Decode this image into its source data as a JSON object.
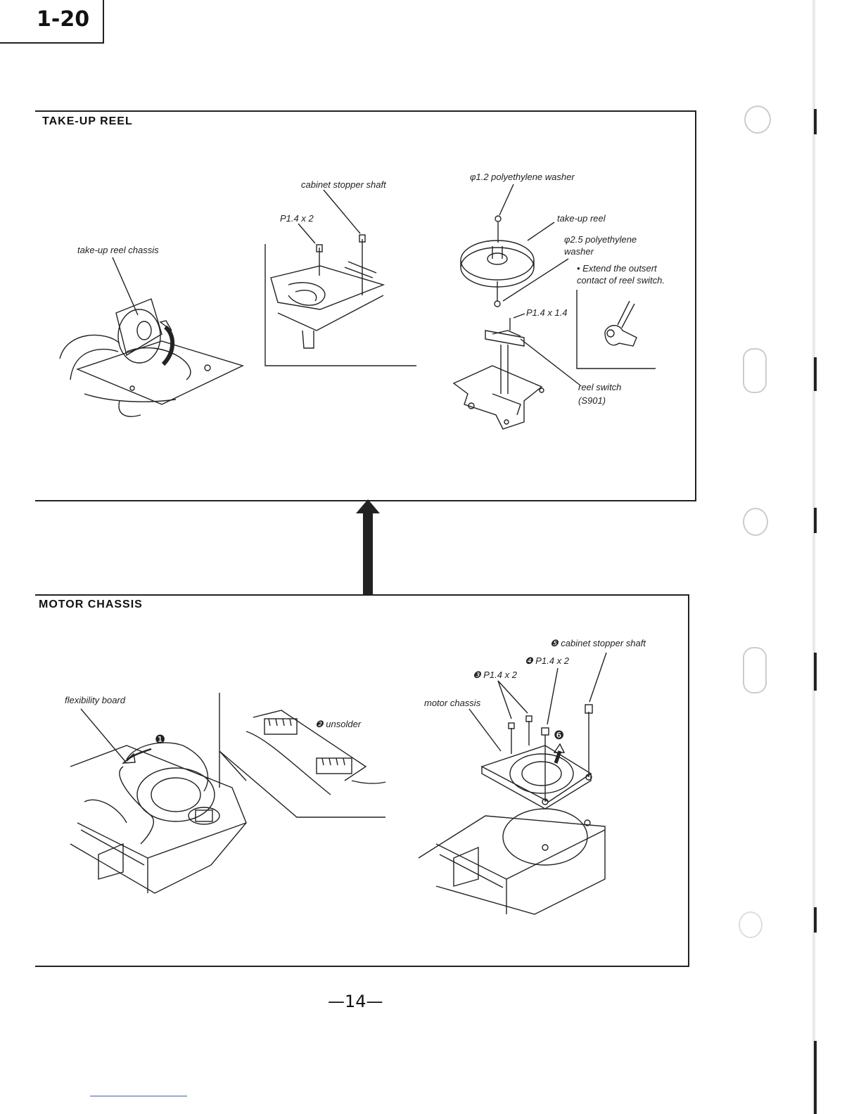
{
  "page_tag": "1-20",
  "sections": {
    "take_up_reel": {
      "title": "TAKE-UP REEL",
      "labels": {
        "reel_chassis": "take-up reel chassis",
        "cabinet_stopper": "cabinet stopper shaft",
        "screw_1": "P1.4 x 2",
        "washer_1": "φ1.2 polyethylene washer",
        "reel": "take-up reel",
        "washer_2_line1": "φ2.5 polyethylene",
        "washer_2_line2": "washer",
        "screw_2": "P1.4 x 1.4",
        "reel_switch_line1": "reel switch",
        "reel_switch_line2": "(S901)",
        "note": "• Extend the outsert contact of reel switch."
      }
    },
    "motor_chassis": {
      "title": "MOTOR CHASSIS",
      "labels": {
        "flex_board": "flexibility board",
        "step1": "❶",
        "step2": "❷ unsolder",
        "motor_chassis": "motor chassis",
        "step3": "❸ P1.4 x 2",
        "step4": "❹ P1.4 x 2",
        "step5": "❺ cabinet stopper shaft",
        "step6": "❻"
      }
    }
  },
  "page_number": "—14—"
}
